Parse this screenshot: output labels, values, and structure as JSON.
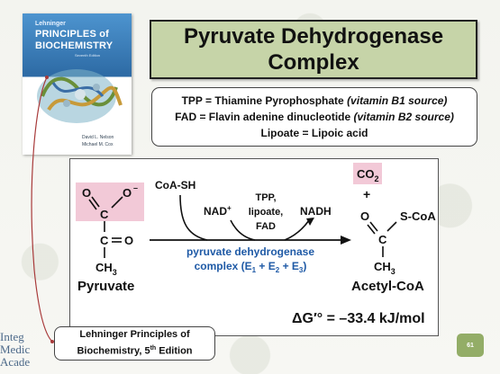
{
  "book": {
    "subtitle": "Lehninger",
    "title_line1": "PRINCIPLES of",
    "title_line2": "BIOCHEMISTRY",
    "edition": "Seventh Edition",
    "author1": "David L. Nelson",
    "author2": "Michael M. Cox"
  },
  "title": {
    "line1": "Pyruvate Dehydrogenase",
    "line2": "Complex"
  },
  "definitions": [
    {
      "abbr": "TPP = Thiamine Pyrophosphate ",
      "note": "(vitamin B1 source)"
    },
    {
      "abbr": "FAD = Flavin adenine dinucleotide ",
      "note": "(vitamin B2 source)"
    },
    {
      "abbr": "Lipoate = Lipoic acid",
      "note": ""
    }
  ],
  "reaction": {
    "substrate_name": "Pyruvate",
    "substrate_ch3": "CH",
    "substrate_ch3_sub": "3",
    "cosub": "CoA-SH",
    "nad": "NAD",
    "nad_sup": "+",
    "cofactors": [
      "TPP,",
      "lipoate,",
      "FAD"
    ],
    "nadh": "NADH",
    "enzyme_line1": "pyruvate dehydrogenase",
    "enzyme_line2": "complex (E",
    "co2": "CO",
    "co2_sub": "2",
    "plus": "+",
    "product_name": "Acetyl-CoA",
    "product_scoa": "S-CoA",
    "delta_g": "ΔG′° = –33.4 kJ/mol",
    "colors": {
      "highlight": "#f2c9d7",
      "enzyme": "#1f5aa6"
    }
  },
  "citation": {
    "line1": "Lehninger Principles of",
    "line2_a": "Biochemistry, 5",
    "line2_sup": "th",
    "line2_b": " Edition"
  },
  "logo": {
    "line1": "Integ",
    "line2": "Medic",
    "line3": "Acade"
  },
  "page_number": "61"
}
